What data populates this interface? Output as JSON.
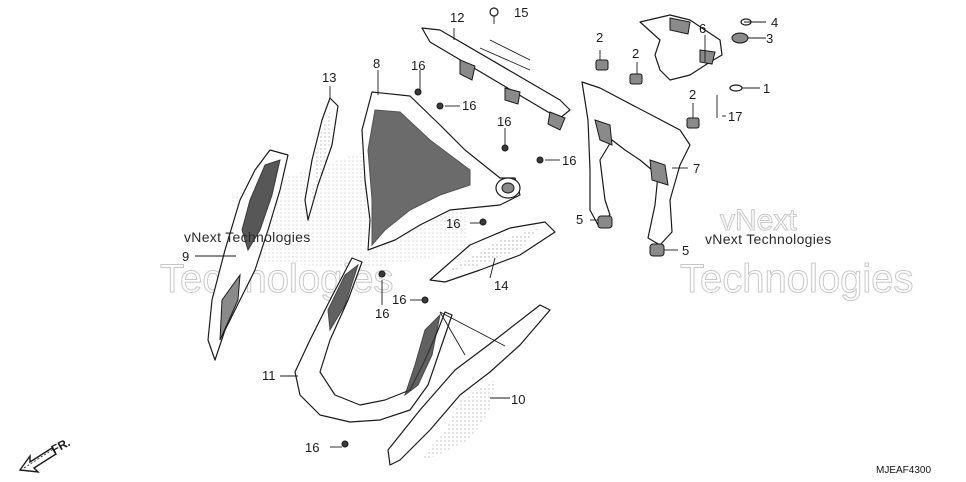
{
  "callouts": {
    "c1": "1",
    "c2a": "2",
    "c2b": "2",
    "c2c": "2",
    "c3": "3",
    "c4": "4",
    "c5a": "5",
    "c5b": "5",
    "c6": "6",
    "c7": "7",
    "c8": "8",
    "c9": "9",
    "c10": "10",
    "c11": "11",
    "c12": "12",
    "c13": "13",
    "c14": "14",
    "c15": "15",
    "c16a": "16",
    "c16b": "16",
    "c16c": "16",
    "c16d": "16",
    "c16e": "16",
    "c16f": "16",
    "c16g": "16",
    "c16h": "16",
    "c17": "17"
  },
  "diagram_code": "MJEAF4300",
  "front_marker": "FR.",
  "watermarks": {
    "left_small": "vNext Technologies",
    "left_big": "Technologies",
    "right_small": "vNext Technologies",
    "right_big": "Technologies",
    "right_top": "vNext"
  }
}
